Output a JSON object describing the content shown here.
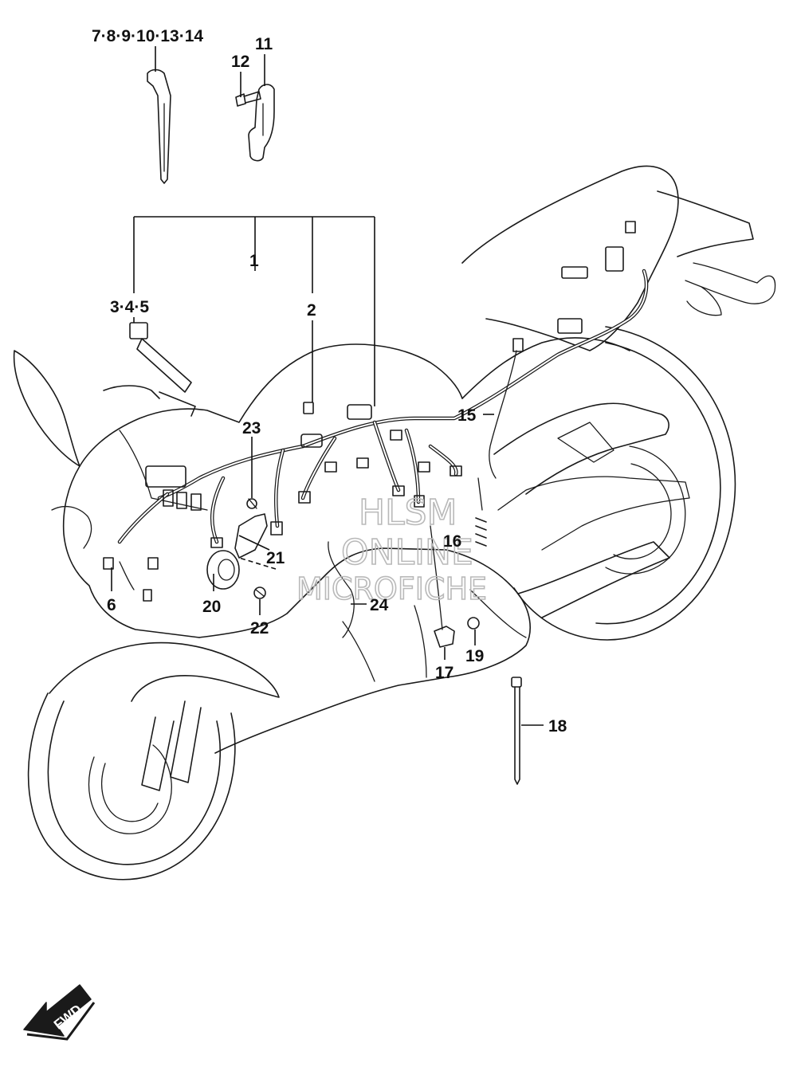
{
  "callouts": {
    "c_7_14": "7·8·9·10·13·14",
    "c_11": "11",
    "c_12": "12",
    "c_1": "1",
    "c_3_5": "3·4·5",
    "c_2": "2",
    "c_15": "15",
    "c_23": "23",
    "c_16": "16",
    "c_21": "21",
    "c_6": "6",
    "c_20": "20",
    "c_24": "24",
    "c_22": "22",
    "c_19": "19",
    "c_17": "17",
    "c_18": "18"
  },
  "watermark": {
    "line1": "HLSM",
    "line2": "ONLINE",
    "line3": "MICROFICHE"
  },
  "fwd": {
    "label": "FWD"
  },
  "colors": {
    "ink": "#1a1a1a",
    "watermark": "#b9b9b9",
    "background": "#ffffff"
  }
}
